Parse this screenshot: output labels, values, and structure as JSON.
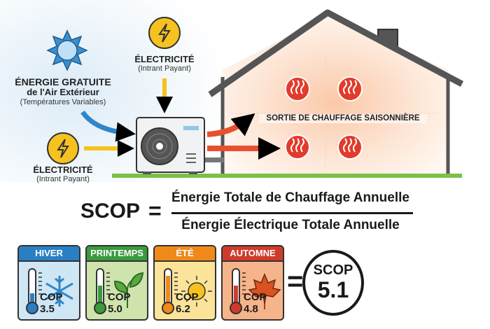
{
  "inputs": {
    "air": {
      "title_line1": "ÉNERGIE GRATUITE",
      "title_line2": "de l'Air Extérieur",
      "subtitle": "(Températures Variables)"
    },
    "electricity_top": {
      "title": "ÉLECTRICITÉ",
      "subtitle": "(Intrant Payant)"
    },
    "electricity_left": {
      "title": "ÉLECTRICITÉ",
      "subtitle": "(Intrant Payant)"
    }
  },
  "house": {
    "output_label": "SORTIE DE CHAUFFAGE SAISONNIÈRE"
  },
  "formula": {
    "lhs": "SCOP",
    "equals": "=",
    "numerator": "Énergie Totale de Chauffage Annuelle",
    "denominator": "Énergie Électrique Totale Annuelle"
  },
  "seasons": [
    {
      "name": "HIVER",
      "cop": "COP 3.5",
      "color": "#2a7fc4",
      "bg": "#cfe6f5",
      "icon": "snowflake-icon",
      "thermo_fill": 0.35
    },
    {
      "name": "PRINTEMPS",
      "cop": "COP 5.0",
      "color": "#3a9a3e",
      "bg": "#cfe3ad",
      "icon": "leaf-icon",
      "thermo_fill": 0.6
    },
    {
      "name": "ÉTÉ",
      "cop": "COP 6.2",
      "color": "#ef8a1a",
      "bg": "#fbe49a",
      "icon": "sun-icon",
      "thermo_fill": 0.9
    },
    {
      "name": "AUTOMNE",
      "cop": "COP 4.8",
      "color": "#cf3b2b",
      "bg": "#f6b48a",
      "icon": "maple-leaf-icon",
      "thermo_fill": 0.6
    }
  ],
  "result": {
    "equals": "=",
    "label": "SCOP",
    "value": "5.1"
  }
}
